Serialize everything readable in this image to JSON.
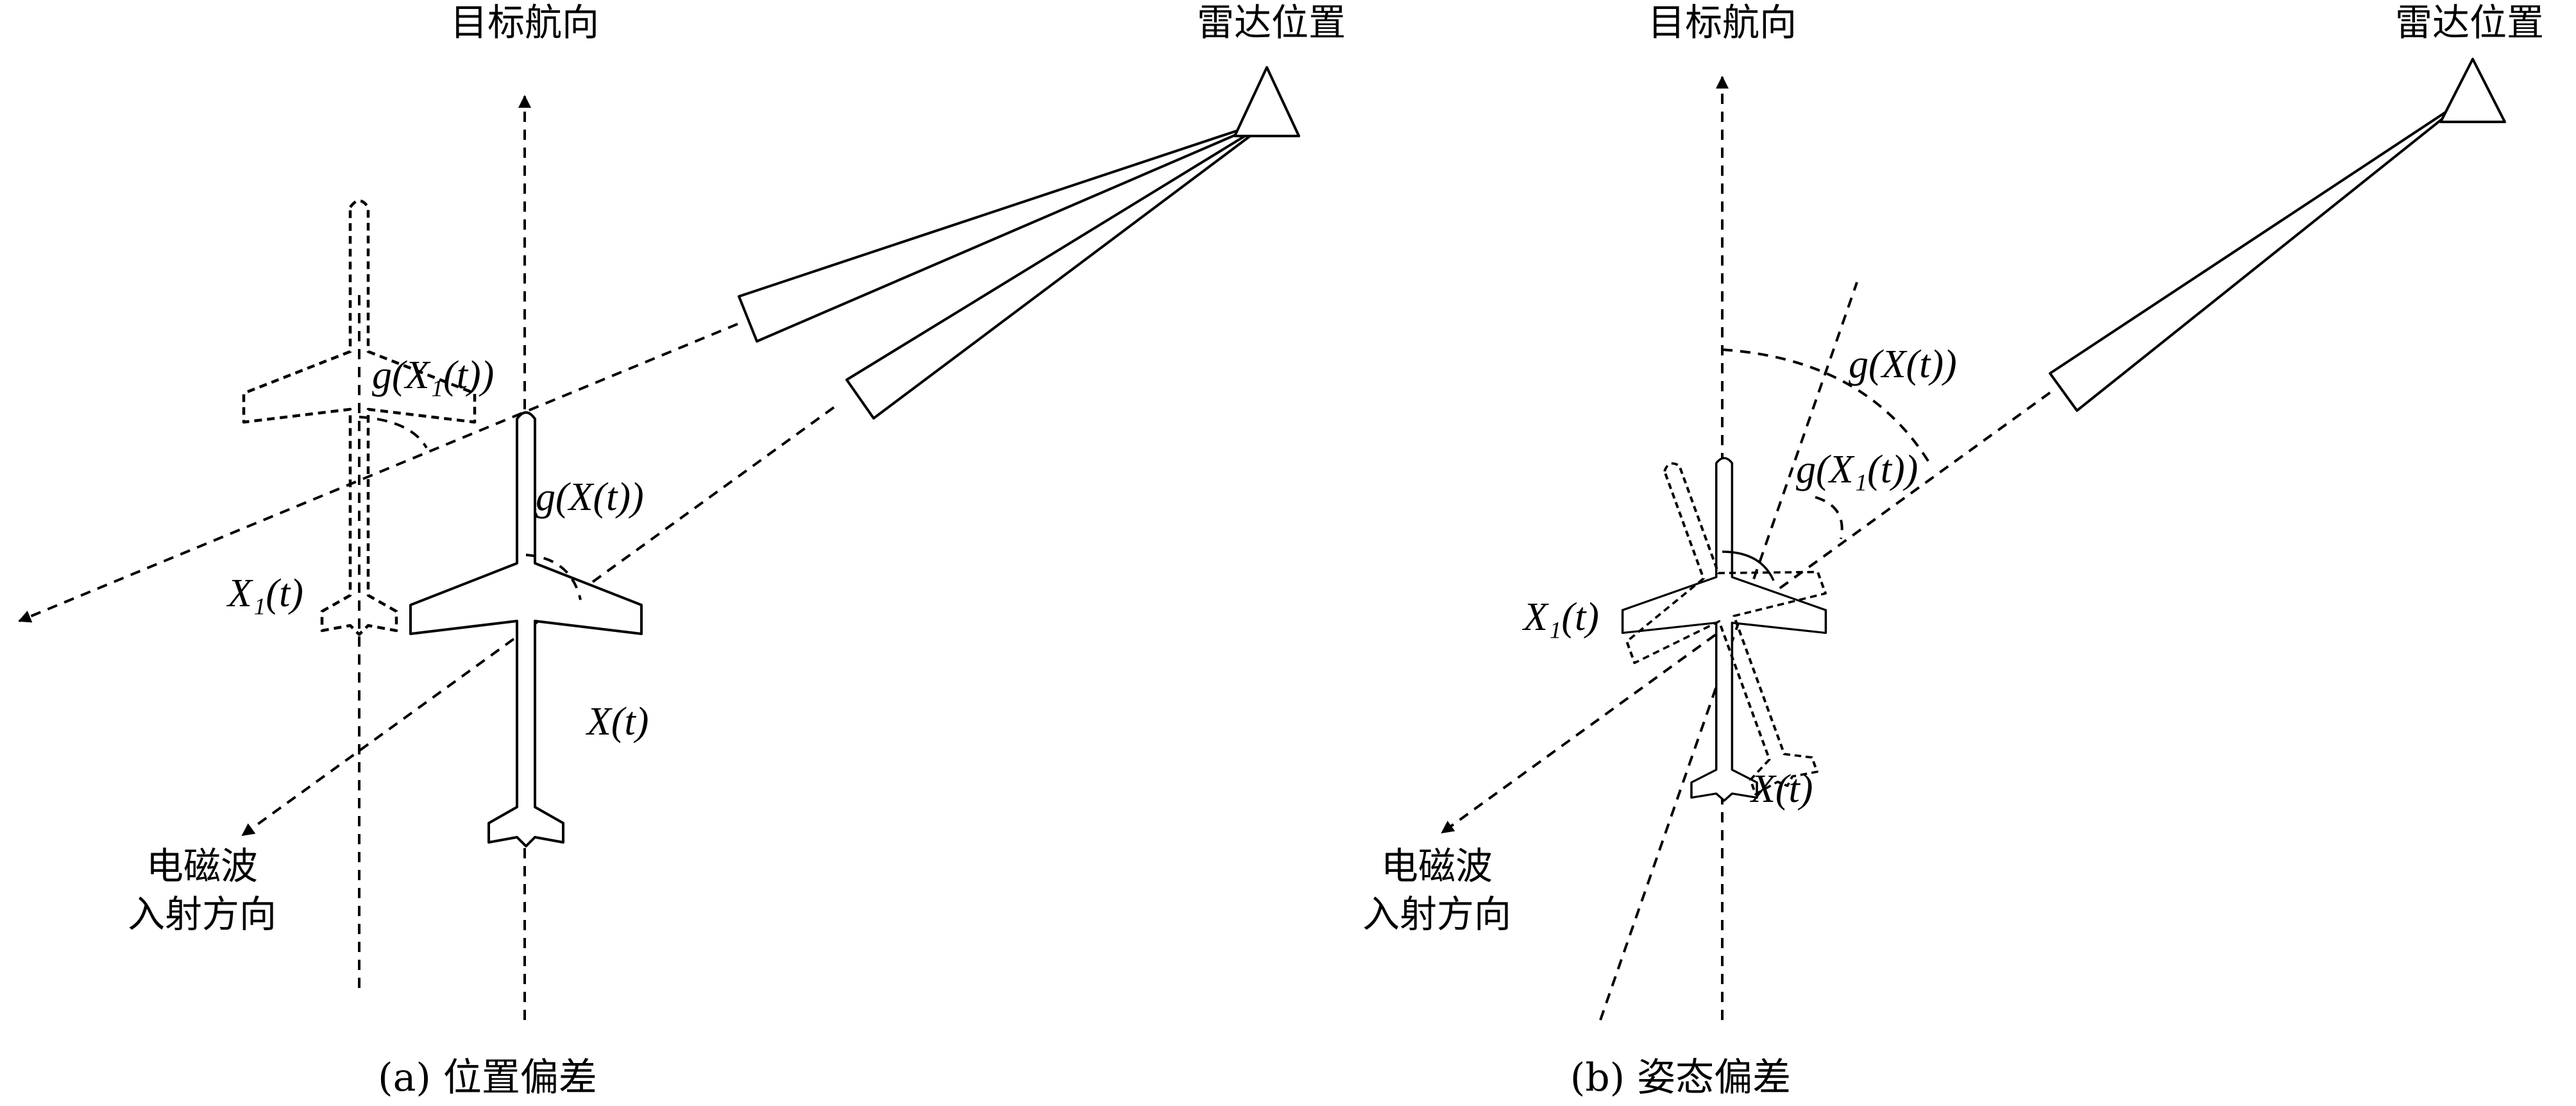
{
  "panel_a": {
    "heading_label": "目标航向",
    "radar_label": "雷达位置",
    "angle_label_target": "g(X(t))",
    "angle_label_shifted": "g(X₁(t))",
    "target_label": "X(t)",
    "shifted_label": "X₁(t)",
    "incidence_line1": "电磁波",
    "incidence_line2": "入射方向",
    "caption": "(a) 位置偏差"
  },
  "panel_b": {
    "heading_label": "目标航向",
    "radar_label": "雷达位置",
    "angle_label_target": "g(X(t))",
    "angle_label_shifted": "g(X₁(t))",
    "target_label": "X(t)",
    "shifted_label": "X₁(t)",
    "incidence_line1": "电磁波",
    "incidence_line2": "入射方向",
    "caption": "(b) 姿态偏差"
  },
  "colors": {
    "ink": "#000000",
    "background": "#ffffff"
  }
}
